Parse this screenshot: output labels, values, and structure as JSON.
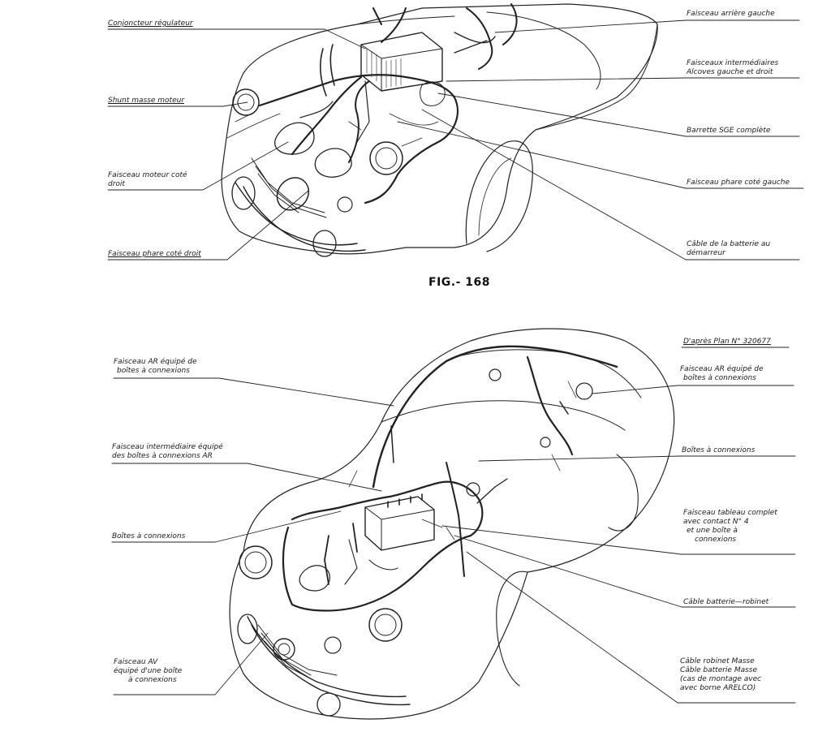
{
  "figure_caption": "FIG.- 168",
  "fig168_labels": {
    "conjoncteur": "Conjoncteur régulateur",
    "shunt": "Shunt masse moteur",
    "faisceau_moteur": [
      "Faisceau moteur coté",
      "droit"
    ],
    "faisceau_phare_droit": "Faisceau phare coté droit",
    "faisceau_arriere_gauche": "Faisceau arrière gauche",
    "faisceaux_intermediaires": [
      "Faisceaux intermédiaires",
      "Alcoves gauche et droit"
    ],
    "barrette": "Barrette SGE complète",
    "faisceau_phare_gauche": "Faisceau phare coté gauche",
    "cable_batterie": [
      "Câble de la batterie au",
      "démarreur"
    ]
  },
  "fig169_labels": {
    "plan_ref": "D'après Plan N° 320677",
    "faisceau_ar_left": [
      "Faisceau AR équipé de",
      "boîtes à connexions"
    ],
    "faisceau_ar_right": [
      "Faisceau AR équipé de",
      "boîtes à connexions"
    ],
    "faisceau_intermediaire": [
      "Faisceau intermédiaire équipé",
      "des boîtes à connexions  AR"
    ],
    "boites_left": "Boîtes  à  connexions",
    "boites_right": "Boîtes  à  connexions",
    "faisceau_tableau": [
      "Faisceau tableau complet",
      "avec contact  N° 4",
      "et une boîte  à",
      "connexions"
    ],
    "cable_batterie_robinet": "Câble batterie—robinet",
    "faisceau_av": [
      "Faisceau   AV",
      "équipé  d'une  boîte",
      "à  connexions"
    ],
    "cable_robinet_masse": [
      "Câble robinet  Masse",
      "Câble batterie  Masse",
      "(cas  de montage  avec",
      "avec  borne   ARELCO)"
    ]
  }
}
